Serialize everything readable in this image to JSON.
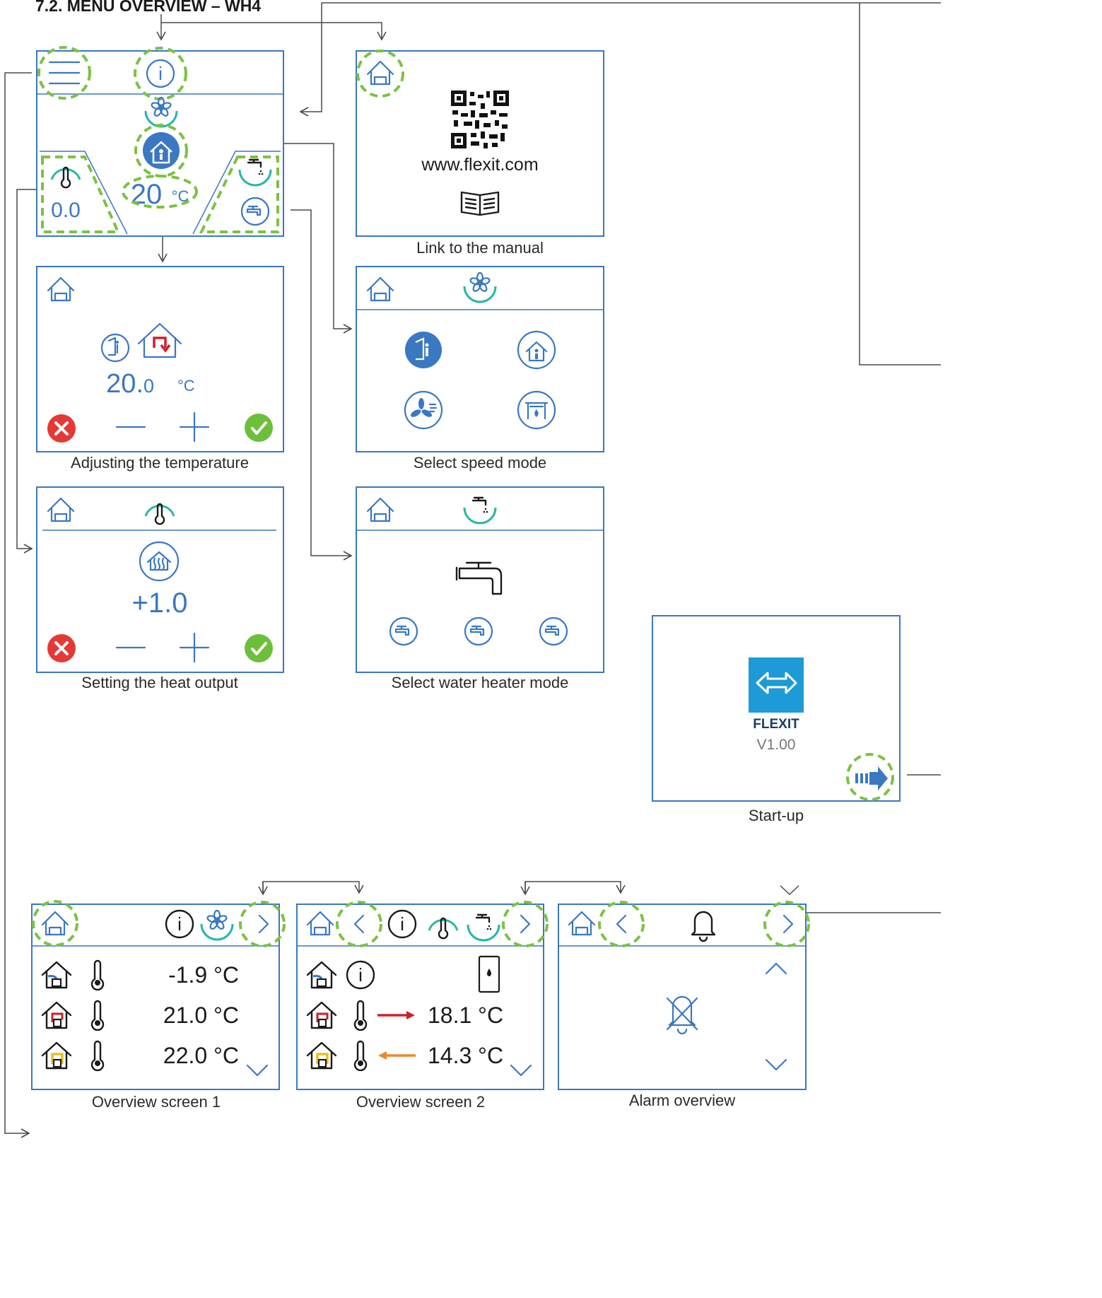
{
  "heading": "7.2. MENU OVERVIEW – WH4",
  "home": {
    "temperature_value": "20",
    "temperature_unit": "°C",
    "heat_offset": "0.0"
  },
  "manual": {
    "url": "www.flexit.com",
    "caption": "Link to the manual"
  },
  "adjust_temperature": {
    "value_main": "20.",
    "value_decimal": "0",
    "unit": "°C",
    "caption": "Adjusting the temperature"
  },
  "speed_mode": {
    "caption": "Select speed mode"
  },
  "heat_output": {
    "value": "+1.0",
    "caption": "Setting the heat output"
  },
  "water_heater": {
    "caption": "Select water heater mode"
  },
  "startup": {
    "brand": "FLEXIT",
    "version": "V1.00",
    "caption": "Start-up"
  },
  "overview1": {
    "rows": [
      "-1.9 °C",
      "21.0 °C",
      "22.0 °C"
    ],
    "caption": "Overview screen 1"
  },
  "overview2": {
    "rows": [
      "18.1 °C",
      "14.3 °C"
    ],
    "caption": "Overview screen 2"
  },
  "alarm": {
    "caption": "Alarm overview"
  },
  "colors": {
    "panel_border": "#3a78c2",
    "highlight": "#7cc242",
    "cancel": "#e53935",
    "confirm": "#6cbf3b",
    "arrow_red": "#d0202a",
    "arrow_orange": "#e88a2c",
    "arc_teal": "#26b7a6",
    "flexit_logo": "#1e9ad6"
  },
  "icons": [
    "menu-icon",
    "info-icon",
    "fan-icon",
    "home-icon",
    "away-icon",
    "thermometer-icon",
    "tap-icon",
    "qr-code-icon",
    "manual-book-icon",
    "cancel-icon",
    "minus-icon",
    "plus-icon",
    "confirm-icon",
    "boost-fan-icon",
    "fireplace-icon",
    "heater-icon",
    "bell-icon",
    "alarm-muted-icon",
    "chevron-left-icon",
    "chevron-right-icon",
    "chevron-up-icon",
    "chevron-down-icon",
    "next-arrow-icon",
    "water-tank-icon"
  ]
}
